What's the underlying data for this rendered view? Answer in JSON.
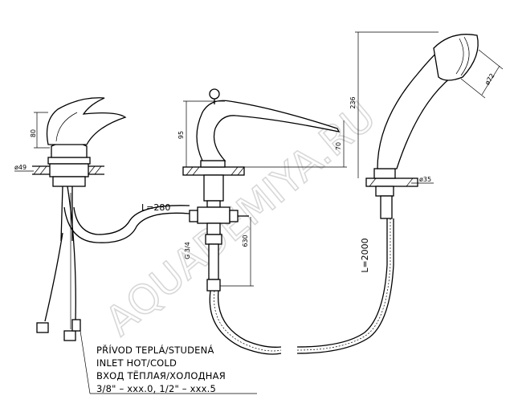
{
  "watermark": "AQUADEMIYA.RU",
  "dimensions": {
    "mixer_height": "80",
    "mixer_base_dia": "ø49",
    "spout_height": "95",
    "spout_outlet": "70",
    "hose_length_left": "L=280",
    "thread": "G 3/4",
    "valve_depth": "630",
    "shower_height": "236",
    "shower_head_dia": "ø72",
    "shower_base_dia": "ø35",
    "shower_hose": "L=2000"
  },
  "note_lines": [
    "PŘÍVOD TEPLÁ/STUDENÁ",
    "INLET HOT/COLD",
    "ВХОД ТЁПЛАЯ/ХОЛОДНАЯ",
    "3/8\" – xxx.0, 1/2\" – xxx.5"
  ]
}
